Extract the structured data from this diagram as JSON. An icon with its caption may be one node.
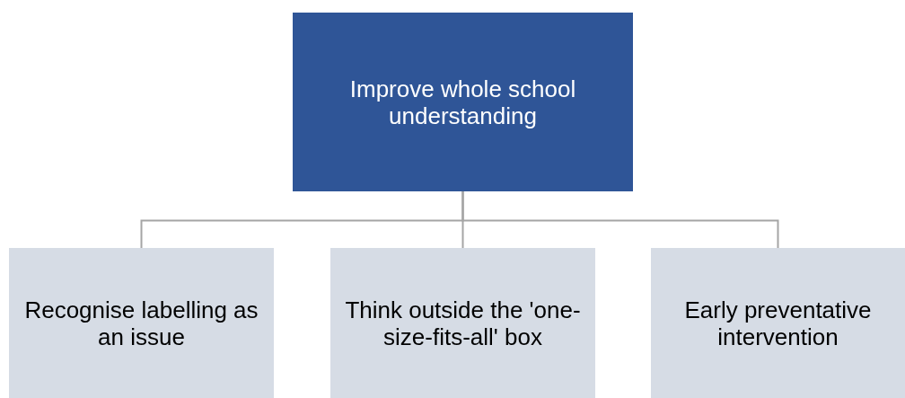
{
  "diagram": {
    "nodes": [
      {
        "text": [
          "Improve whole school understanding"
        ]
      },
      {
        "text": [
          "Recognise labelling as an issue"
        ]
      },
      {
        "text": [
          "Think outside the 'one-size-fits-all' box"
        ]
      },
      {
        "text": [
          "Early preventative intervention"
        ]
      }
    ],
    "edges": [
      {
        "from": 0,
        "to": 1,
        "arrow": "none"
      },
      {
        "from": 0,
        "to": 2,
        "arrow": "none"
      },
      {
        "from": 0,
        "to": 3,
        "arrow": "none"
      }
    ]
  }
}
